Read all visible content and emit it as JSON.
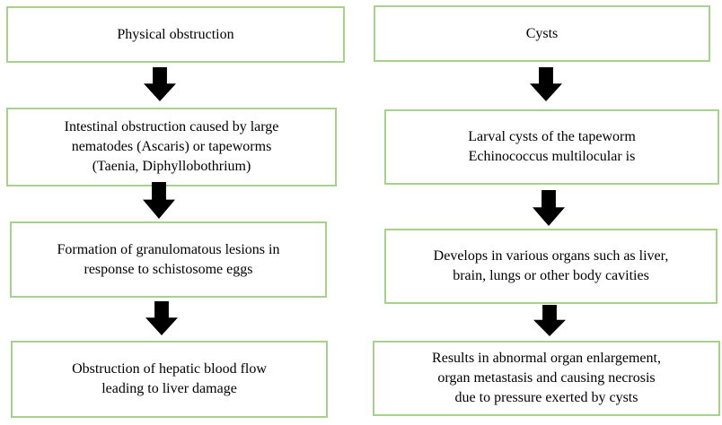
{
  "diagram": {
    "type": "flowchart",
    "colors": {
      "box_border": "#A9D18E",
      "box_fill": "#FFFFFF",
      "arrow": "#000000",
      "text": "#000000",
      "background": "#FFFFFF"
    },
    "arrow_icon": "down-block-arrow",
    "columns": [
      {
        "header": "Physical obstruction",
        "steps": [
          "Intestinal obstruction caused by large\nnematodes (Ascaris) or tapeworms\n(Taenia, Diphyllobothrium)",
          "Formation of granulomatous lesions in\nresponse to schistosome eggs",
          "Obstruction of hepatic blood flow\nleading to liver damage"
        ]
      },
      {
        "header": "Cysts",
        "steps": [
          "Larval cysts of the tapeworm\nEchinococcus multilocular is",
          "Develops in various organs such as liver,\nbrain, lungs or other body cavities",
          "Results in abnormal organ enlargement,\norgan metastasis and causing necrosis\ndue to pressure exerted by cysts"
        ]
      }
    ]
  }
}
